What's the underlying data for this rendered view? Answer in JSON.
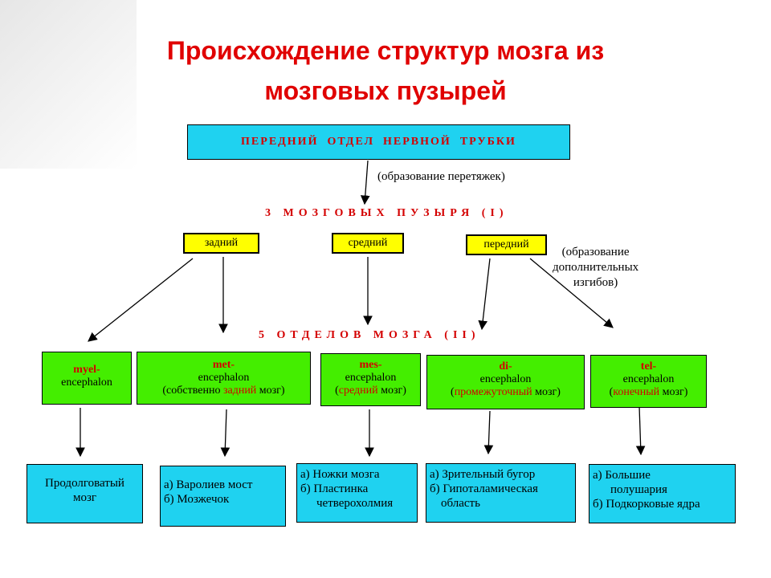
{
  "title": {
    "line1": "Происхождение структур мозга из",
    "line2": "мозговых пузырей"
  },
  "top_box": "ПЕРЕДНИЙ  ОТДЕЛ  НЕРВНОЙ  ТРУБКИ",
  "constriction_note": "(образование перетяжек)",
  "three_vesicles_heading": "3 МОЗГОВЫХ ПУЗЫРЯ (I)",
  "vesicles": {
    "posterior": "задний",
    "middle": "средний",
    "anterior": "передний"
  },
  "bend_note": {
    "line1": "(образование",
    "line2": "дополнительных",
    "line3": "изгибов)"
  },
  "five_sections_heading": "5 ОТДЕЛОВ МОЗГА (II)",
  "sections": [
    {
      "prefix": "myel-",
      "name": "encephalon",
      "note_open": "",
      "note_red": "",
      "note_close": ""
    },
    {
      "prefix": "met-",
      "name": "encephalon",
      "note_open": "(собственно ",
      "note_red": "задний",
      "note_close": " мозг)"
    },
    {
      "prefix": "mes-",
      "name": "encephalon",
      "note_open": "(",
      "note_red": "средний",
      "note_close": " мозг)"
    },
    {
      "prefix": "di-",
      "name": "encephalon",
      "note_open": "(",
      "note_red": "промежуточный",
      "note_close": " мозг)"
    },
    {
      "prefix": "tel-",
      "name": "encephalon",
      "note_open": "(",
      "note_red": "конечный",
      "note_close": " мозг)"
    }
  ],
  "results": [
    {
      "line1": "Продолговатый",
      "line2": "мозг",
      "line3": ""
    },
    {
      "line1": "а) Варолиев мост",
      "line2": "б) Мозжечок",
      "line3": ""
    },
    {
      "line1": "а) Ножки мозга",
      "line2": "б) Пластинка",
      "line3": "четверохолмия"
    },
    {
      "line1": "а) Зрительный бугор",
      "line2": "б) Гипоталамическая",
      "line3": "область"
    },
    {
      "line1": "а) Большие",
      "line2": "полушария",
      "line3": "б) Подкорковые ядра"
    }
  ]
}
